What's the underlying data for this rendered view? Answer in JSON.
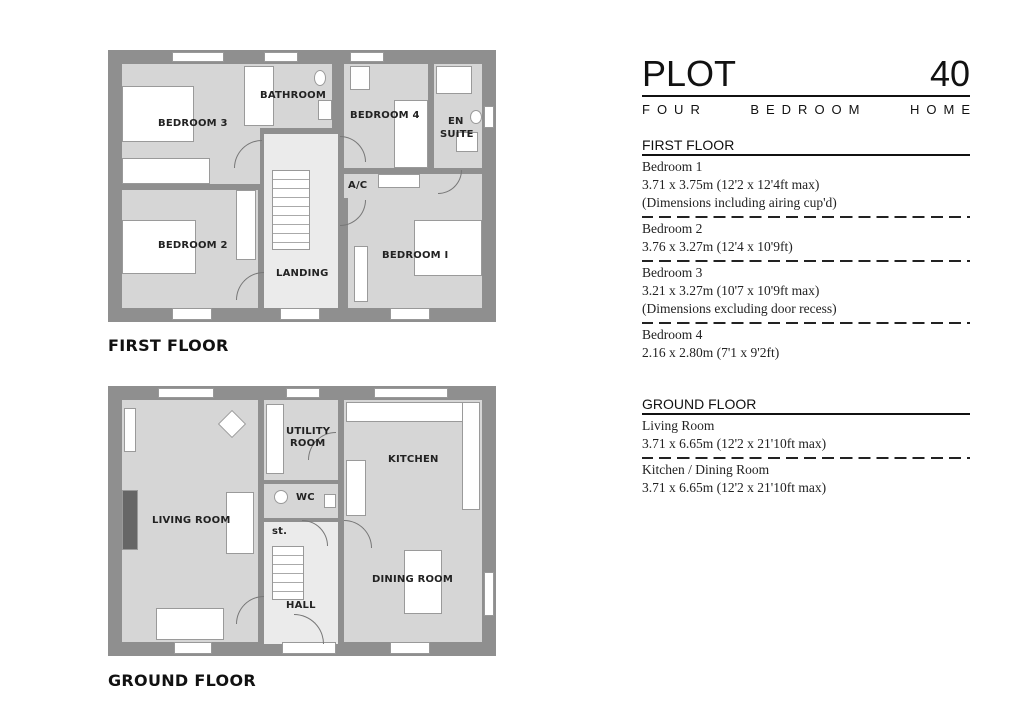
{
  "header": {
    "plot_label": "PLOT",
    "plot_number": "40",
    "subtitle_words": [
      "FOUR",
      "BEDROOM",
      "HOME"
    ]
  },
  "first_floor": {
    "plan_title": "FIRST FLOOR",
    "room_labels": {
      "bedroom3": "BEDROOM 3",
      "bathroom": "BATHROOM",
      "bedroom4": "BEDROOM 4",
      "ensuite_line1": "EN",
      "ensuite_line2": "SUITE",
      "ac": "A/C",
      "bedroom2": "BEDROOM 2",
      "landing": "LANDING",
      "bedroom1": "BEDROOM I"
    },
    "section_heading": "FIRST FLOOR",
    "rooms": [
      {
        "name": "Bedroom 1",
        "dimensions": "3.71 x 3.75m (12'2 x 12'4ft max)",
        "note": "(Dimensions including airing cup'd)"
      },
      {
        "name": "Bedroom 2",
        "dimensions": "3.76 x 3.27m (12'4 x 10'9ft)"
      },
      {
        "name": "Bedroom 3",
        "dimensions": "3.21 x 3.27m (10'7 x 10'9ft max)",
        "note": "(Dimensions excluding door recess)"
      },
      {
        "name": "Bedroom 4",
        "dimensions": "2.16 x 2.80m (7'1 x 9'2ft)"
      }
    ]
  },
  "ground_floor": {
    "plan_title": "GROUND FLOOR",
    "room_labels": {
      "utility_line1": "UTILITY",
      "utility_line2": "ROOM",
      "kitchen": "KITCHEN",
      "wc": "WC",
      "living": "LIVING ROOM",
      "store": "st.",
      "dining": "DINING ROOM",
      "hall": "HALL"
    },
    "section_heading": "GROUND FLOOR",
    "rooms": [
      {
        "name": "Living Room",
        "dimensions": "3.71 x 6.65m (12'2 x 21'10ft max)"
      },
      {
        "name": "Kitchen / Dining Room",
        "dimensions": "3.71 x 6.65m (12'2 x 21'10ft max)"
      }
    ]
  },
  "colors": {
    "wall": "#8f8f8f",
    "room": "#d6d6d6",
    "circulation": "#ebebeb",
    "text": "#111111"
  }
}
